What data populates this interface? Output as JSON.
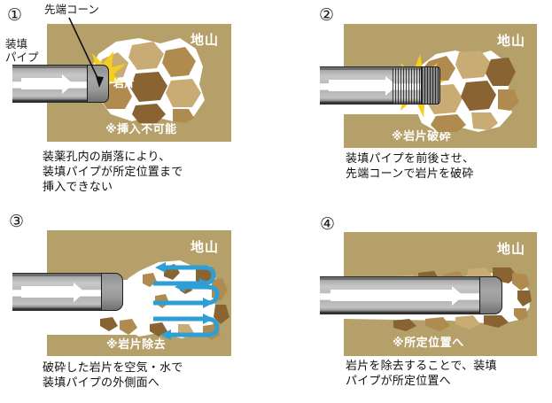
{
  "figure": {
    "colors": {
      "ground": "#b5a06a",
      "cavity": "#ffffff",
      "fragment_light": "#c9ab74",
      "fragment_mid": "#b08b4f",
      "fragment_dark": "#8a6333",
      "spark": "#f5cf1e",
      "flow_arrow": "#2e9fd4",
      "pipe_metal": "#c0c0c0",
      "cone": "#8f8f8f",
      "text": "#111111",
      "label_white": "#ffffff"
    }
  },
  "panels": [
    {
      "number": "①",
      "ground_label": "地山",
      "note": "※挿入不可能",
      "fragment_label": "岩片",
      "callouts": [
        {
          "name": "tip-cone",
          "text": "先端コーン"
        },
        {
          "name": "loading-pipe",
          "text": "装填\nパイプ"
        }
      ],
      "caption": "装薬孔内の崩落により、\n装填パイプが所定位置まで\n挿入できない"
    },
    {
      "number": "②",
      "ground_label": "地山",
      "note": "※岩片破砕",
      "fragment_label": "",
      "callouts": [],
      "caption": "装填パイプを前後させ、\n先端コーンで岩片を破砕"
    },
    {
      "number": "③",
      "ground_label": "地山",
      "note": "※岩片除去",
      "fragment_label": "",
      "callouts": [],
      "caption": "破砕した岩片を空気・水で\n装填パイプの外側面へ"
    },
    {
      "number": "④",
      "ground_label": "地山",
      "note": "※所定位置へ",
      "fragment_label": "",
      "callouts": [],
      "caption": "岩片を除去することで、装填\nパイプが所定位置へ"
    }
  ]
}
